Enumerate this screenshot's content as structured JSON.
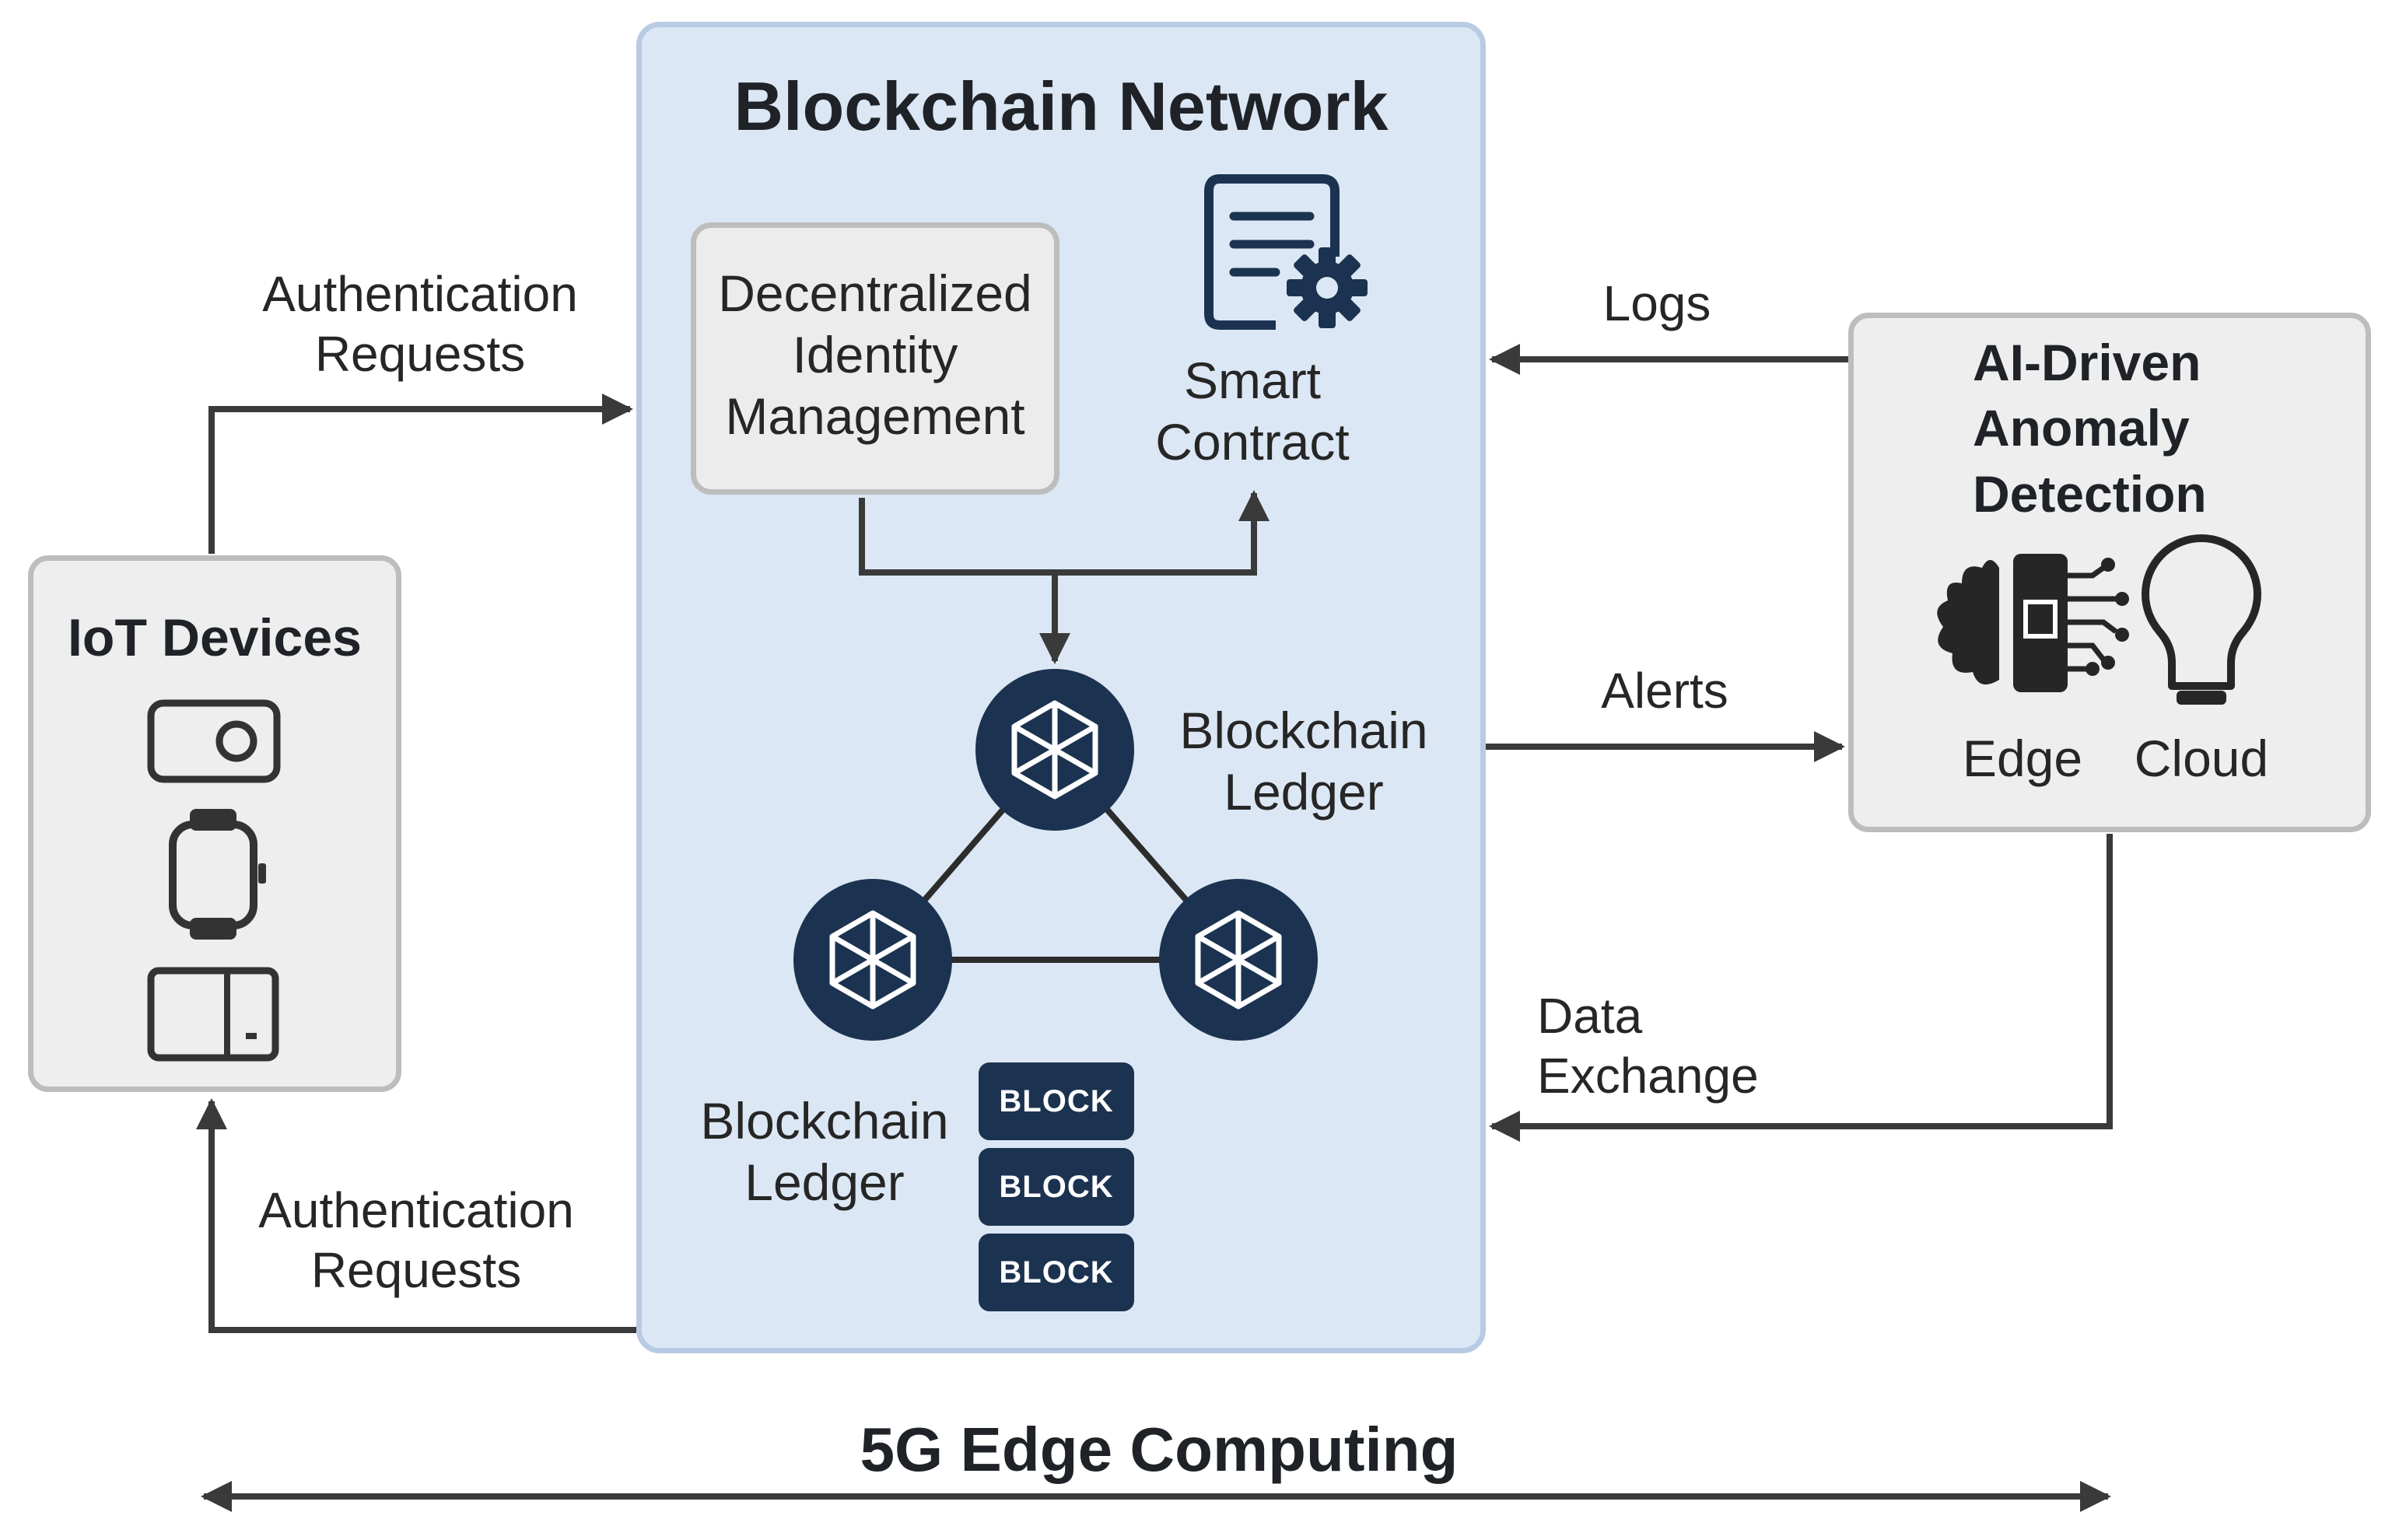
{
  "blockchain_network": {
    "title": "Blockchain Network"
  },
  "identity_box": {
    "label": "Decentralized\nIdentity\nManagement"
  },
  "smart_contract": {
    "label": "Smart\nContract"
  },
  "ledger_graph": {
    "label": "Blockchain\nLedger"
  },
  "ledger_blocks": {
    "label": "Blockchain\nLedger",
    "blocks": [
      "BLOCK",
      "BLOCK",
      "BLOCK"
    ]
  },
  "iot_devices": {
    "title": "IoT Devices"
  },
  "ai_detection": {
    "title": "AI-Driven\nAnomaly\nDetection",
    "edge_label": "Edge",
    "cloud_label": "Cloud"
  },
  "arrows": {
    "auth_top": "Authentication\nRequests",
    "auth_bottom": "Authentication\nRequests",
    "logs": "Logs",
    "alerts": "Alerts",
    "data_exchange": "Data\nExchange"
  },
  "footer": {
    "label": "5G Edge Computing"
  },
  "colors": {
    "dark_navy": "#1b3350",
    "panel_blue": "#dce7f5",
    "panel_gray": "#eeeeee",
    "arrow": "#3a3a3a"
  }
}
